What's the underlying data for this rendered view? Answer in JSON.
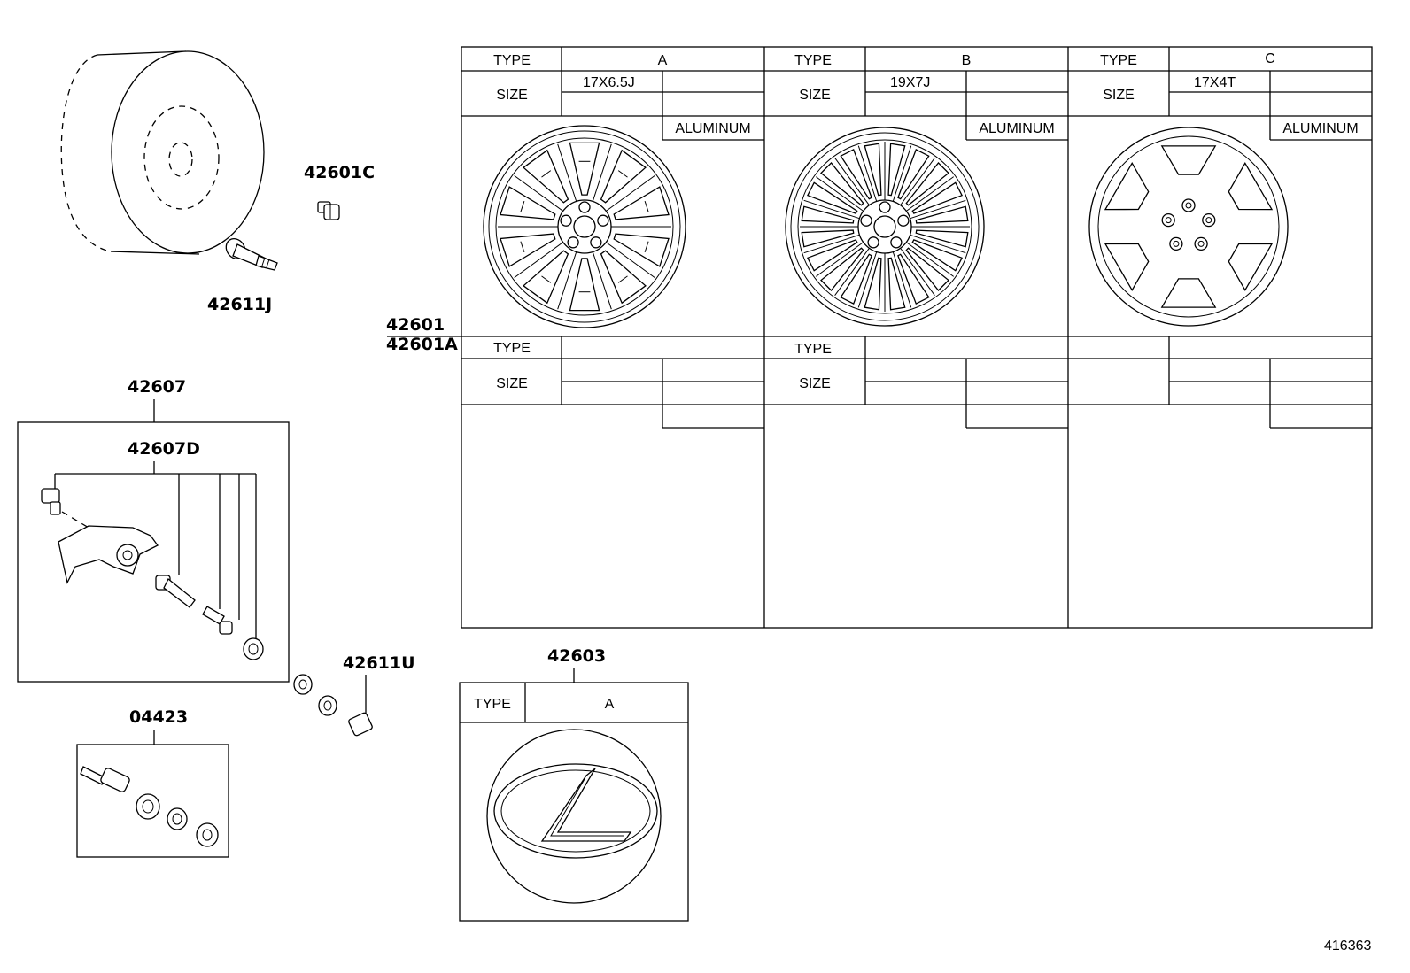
{
  "part_numbers": {
    "p42601C": "42601C",
    "p42611J": "42611J",
    "p42601": "42601",
    "p42601A": "42601A",
    "p42607": "42607",
    "p42607D": "42607D",
    "p42611U": "42611U",
    "p04423": "04423",
    "p42603": "42603"
  },
  "wheel_table": {
    "type_label": "TYPE",
    "size_label": "SIZE",
    "columns": [
      {
        "type": "A",
        "size": "17X6.5J",
        "material": "ALUMINUM"
      },
      {
        "type": "B",
        "size": "19X7J",
        "material": "ALUMINUM"
      },
      {
        "type": "C",
        "size": "17X4T",
        "material": "ALUMINUM"
      }
    ]
  },
  "cap_table": {
    "type_label": "TYPE",
    "type_value": "A"
  },
  "figure_id": "416363"
}
